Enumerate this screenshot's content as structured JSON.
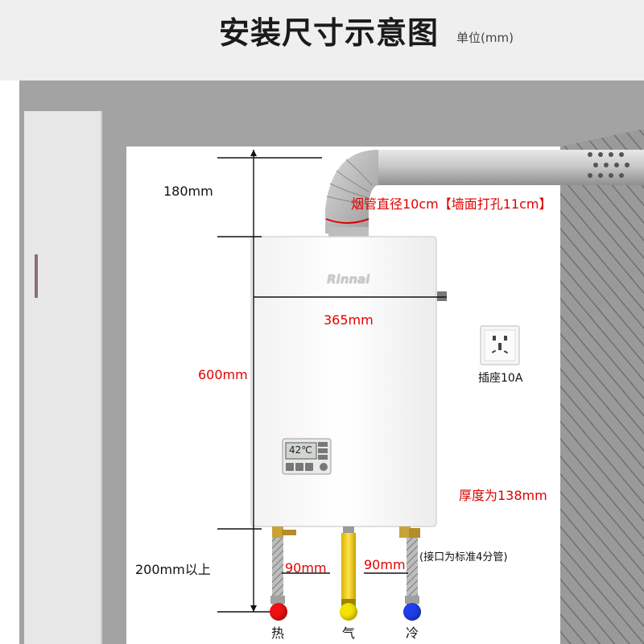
{
  "header": {
    "title": "安装尺寸示意图",
    "unit": "单位(mm)"
  },
  "brand": "Rinnai",
  "dimensions": {
    "top_clearance": "180mm",
    "flue_note": "烟管直径10cm【墙面打孔11cm】",
    "width": "365mm",
    "height": "600mm",
    "thickness": "厚度为138mm",
    "bottom_clearance": "200mm以上",
    "pipe_gap_left": "90mm",
    "pipe_gap_right": "90mm",
    "connector_note": "(接口为标准4分管)"
  },
  "socket": {
    "label": "插座10A"
  },
  "ports": [
    {
      "label": "热",
      "color": "#ee1111"
    },
    {
      "label": "气",
      "color": "#f5e400"
    },
    {
      "label": "冷",
      "color": "#1f3fe8"
    }
  ],
  "display": {
    "temperature": "42℃"
  },
  "colors": {
    "wall": "#a3a3a3",
    "ceiling_band": "#efefef",
    "accent_red": "#e00000",
    "heater_body": "#ffffff"
  }
}
